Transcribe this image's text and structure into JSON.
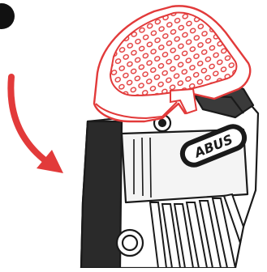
{
  "illustration": {
    "brand_text": "ABUS",
    "colors": {
      "accent_red": "#e23a3a",
      "outline": "#1a1a1a",
      "body_white": "#ffffff",
      "step_dot": "#111111"
    },
    "icons": [
      "step-indicator-dot",
      "rotate-down-arrow-icon",
      "protective-cap",
      "lock-body",
      "abus-logo-badge",
      "folding-lock-links"
    ],
    "cap_state": "open"
  }
}
